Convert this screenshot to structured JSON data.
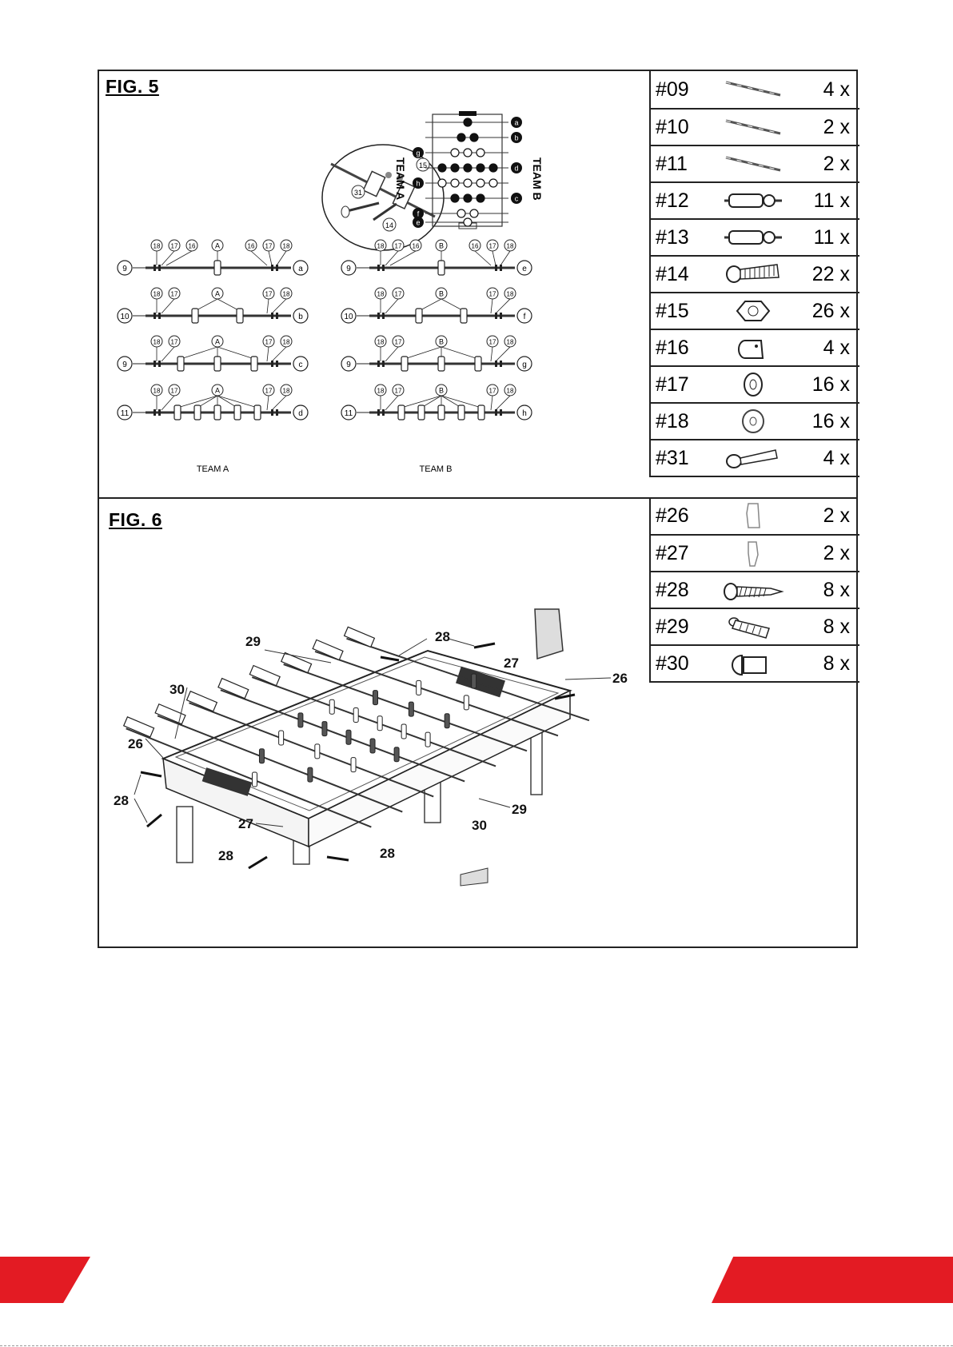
{
  "fig5": {
    "title": "FIG. 5",
    "team_a": "TEAM A",
    "team_b": "TEAM B",
    "rods": [
      {
        "num": "9",
        "end": "a",
        "team": "A",
        "left_labels": [
          "18",
          "17",
          "16"
        ],
        "right_labels": [
          "16",
          "17",
          "18"
        ]
      },
      {
        "num": "10",
        "end": "b",
        "team": "A",
        "left_labels": [
          "18",
          "17"
        ],
        "right_labels": [
          "17",
          "18"
        ]
      },
      {
        "num": "9",
        "end": "c",
        "team": "A",
        "left_labels": [
          "18",
          "17"
        ],
        "right_labels": [
          "17",
          "18"
        ]
      },
      {
        "num": "11",
        "end": "d",
        "team": "A",
        "left_labels": [
          "18",
          "17"
        ],
        "right_labels": [
          "17",
          "18"
        ]
      },
      {
        "num": "9",
        "end": "e",
        "team": "B",
        "left_labels": [
          "18",
          "17",
          "16"
        ],
        "right_labels": [
          "16",
          "17",
          "18"
        ]
      },
      {
        "num": "10",
        "end": "f",
        "team": "B",
        "left_labels": [
          "18",
          "17"
        ],
        "right_labels": [
          "17",
          "18"
        ]
      },
      {
        "num": "9",
        "end": "g",
        "team": "B",
        "left_labels": [
          "18",
          "17"
        ],
        "right_labels": [
          "17",
          "18"
        ]
      },
      {
        "num": "11",
        "end": "h",
        "team": "B",
        "left_labels": [
          "18",
          "17"
        ],
        "right_labels": [
          "17",
          "18"
        ]
      }
    ],
    "detail_labels": [
      "15",
      "31",
      "14"
    ],
    "layout_labels": [
      "a",
      "b",
      "g",
      "d",
      "h",
      "c",
      "f",
      "e"
    ]
  },
  "fig5_parts": [
    {
      "id": "#09",
      "qty": "4 x",
      "icon": "rod-icon"
    },
    {
      "id": "#10",
      "qty": "2 x",
      "icon": "rod-icon"
    },
    {
      "id": "#11",
      "qty": "2 x",
      "icon": "rod-icon"
    },
    {
      "id": "#12",
      "qty": "11 x",
      "icon": "player-figure-icon"
    },
    {
      "id": "#13",
      "qty": "11 x",
      "icon": "player-figure-icon"
    },
    {
      "id": "#14",
      "qty": "22 x",
      "icon": "bolt-icon"
    },
    {
      "id": "#15",
      "qty": "26 x",
      "icon": "nut-icon"
    },
    {
      "id": "#16",
      "qty": "4 x",
      "icon": "bumper-icon"
    },
    {
      "id": "#17",
      "qty": "16 x",
      "icon": "washer-icon"
    },
    {
      "id": "#18",
      "qty": "16 x",
      "icon": "ring-icon"
    },
    {
      "id": "#31",
      "qty": "4 x",
      "icon": "screw-icon"
    }
  ],
  "fig6": {
    "title": "FIG. 6",
    "callouts": [
      "29",
      "28",
      "27",
      "26",
      "30",
      "26",
      "28",
      "27",
      "28",
      "28",
      "29",
      "30"
    ]
  },
  "fig6_parts": [
    {
      "id": "#26",
      "qty": "2 x",
      "icon": "goal-cover-icon"
    },
    {
      "id": "#27",
      "qty": "2 x",
      "icon": "goal-piece-icon"
    },
    {
      "id": "#28",
      "qty": "8 x",
      "icon": "wood-screw-icon"
    },
    {
      "id": "#29",
      "qty": "8 x",
      "icon": "handle-icon"
    },
    {
      "id": "#30",
      "qty": "8 x",
      "icon": "end-cap-icon"
    }
  ],
  "colors": {
    "accent": "#e31b23",
    "line": "#222222"
  }
}
